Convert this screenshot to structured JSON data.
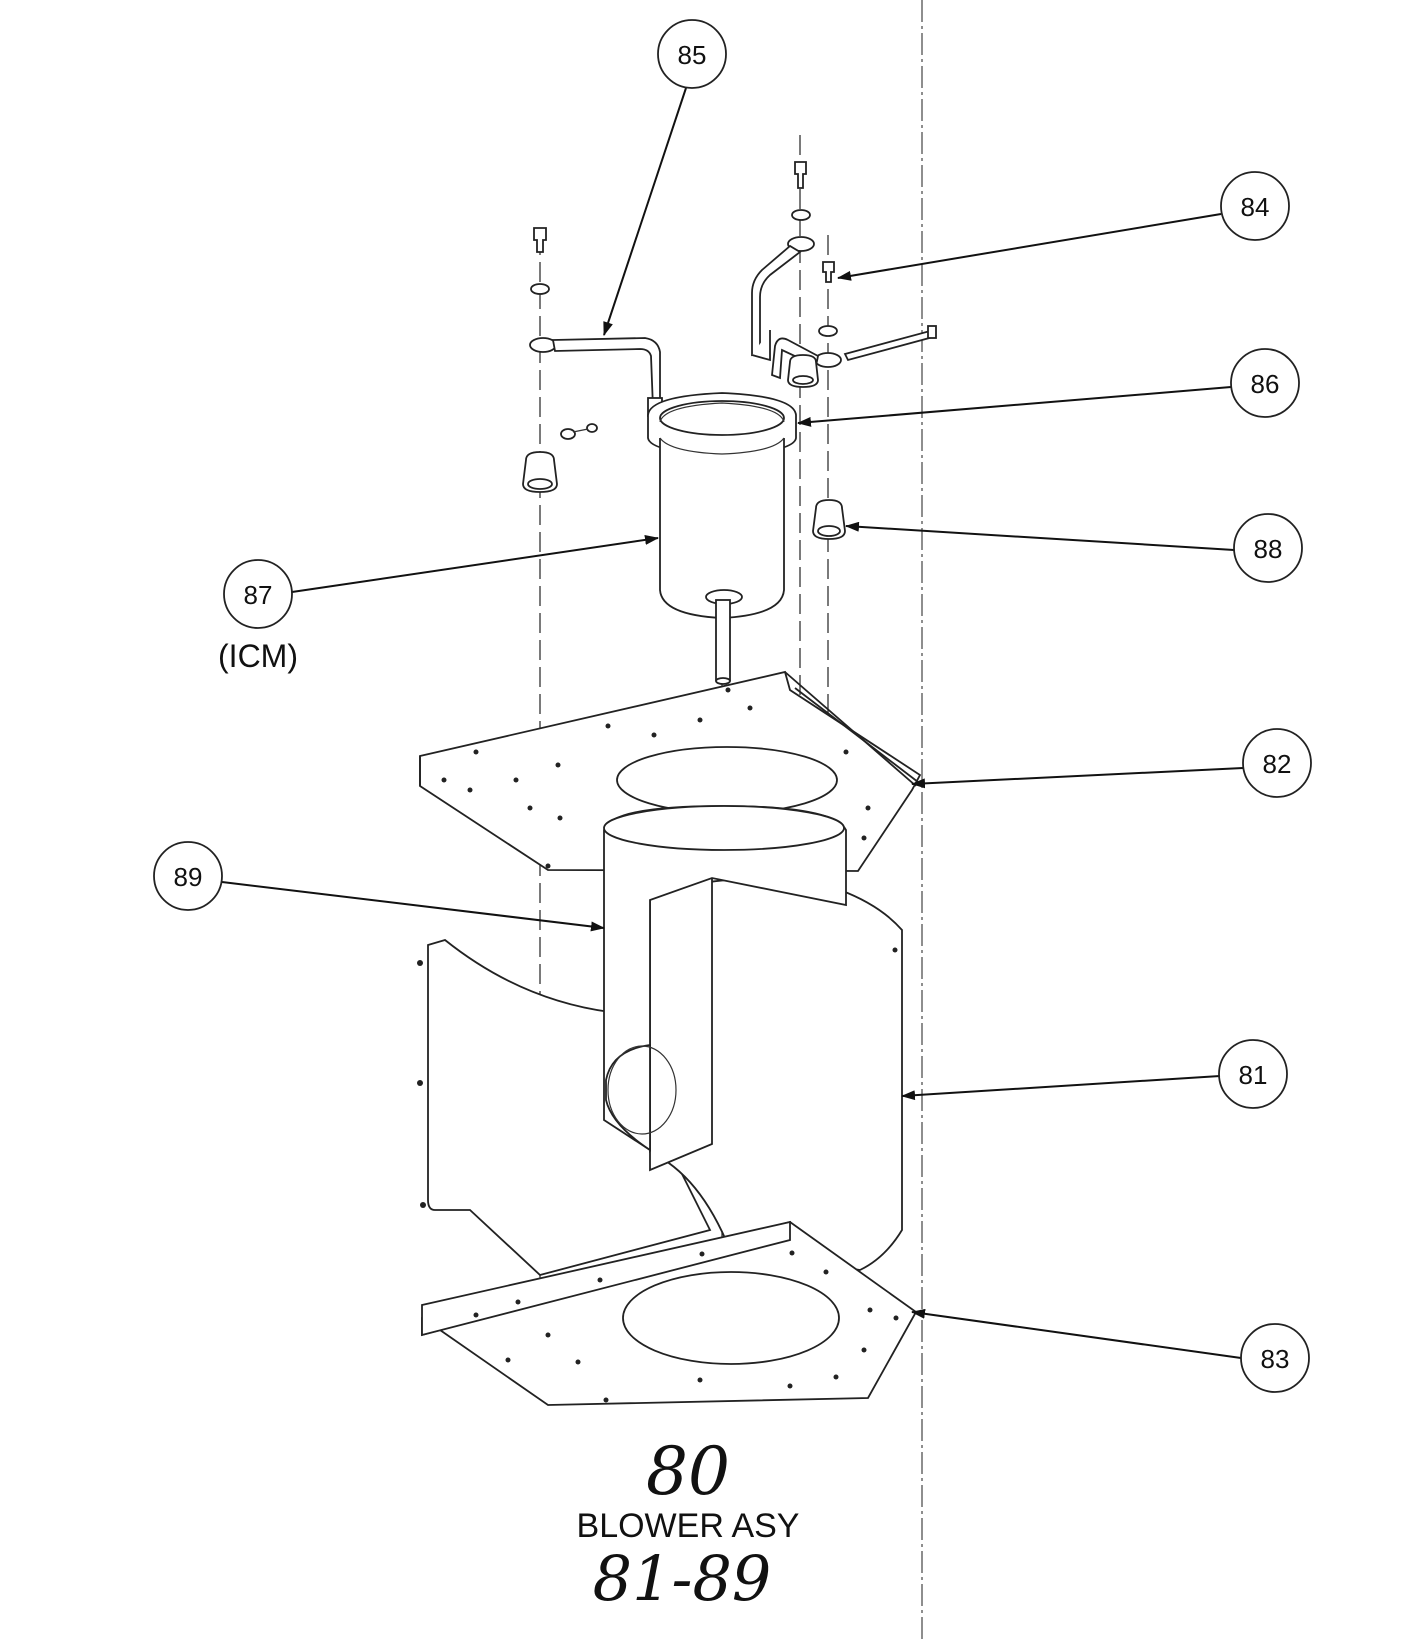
{
  "callouts": [
    {
      "id": "85",
      "label": "85"
    },
    {
      "id": "84",
      "label": "84"
    },
    {
      "id": "86",
      "label": "86"
    },
    {
      "id": "88",
      "label": "88"
    },
    {
      "id": "87",
      "label": "87",
      "note": "(ICM)"
    },
    {
      "id": "82",
      "label": "82"
    },
    {
      "id": "89",
      "label": "89"
    },
    {
      "id": "81",
      "label": "81"
    },
    {
      "id": "83",
      "label": "83"
    }
  ],
  "assembly": {
    "number": "80",
    "title": "BLOWER ASY",
    "range": "81-89"
  },
  "colors": {
    "ink": "#111111",
    "paper": "#ffffff"
  }
}
